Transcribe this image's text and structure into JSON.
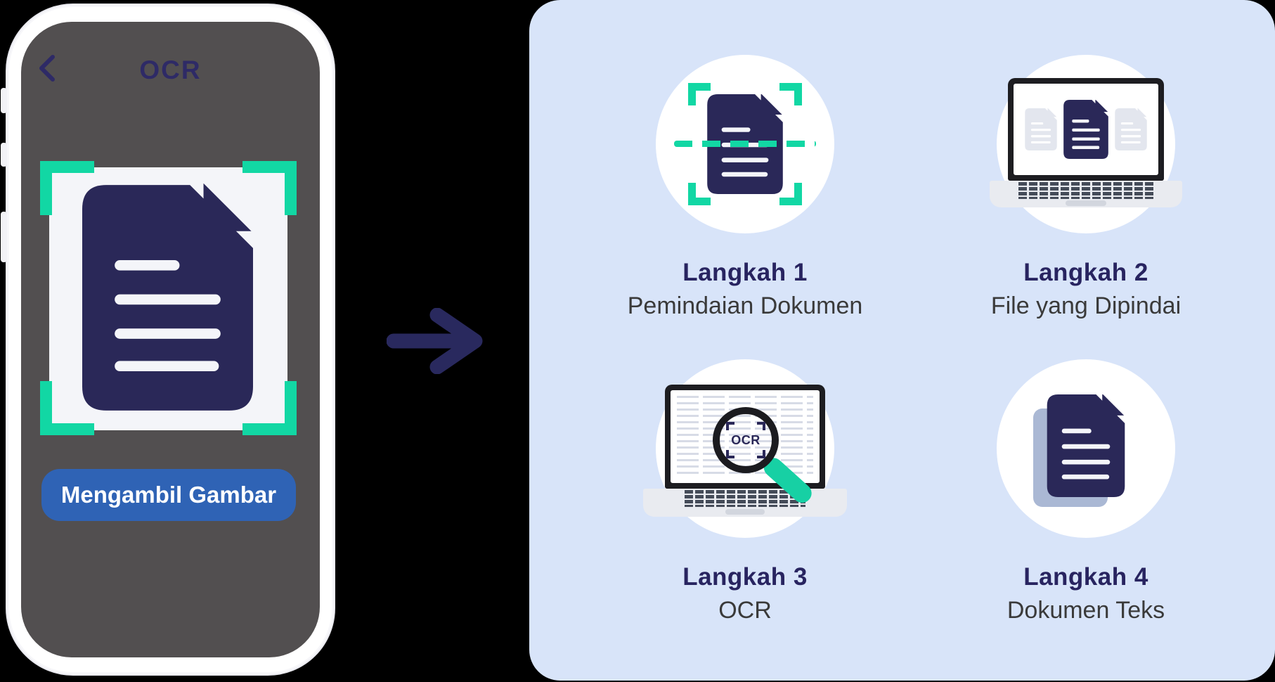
{
  "phone": {
    "title": "OCR",
    "back_icon": "chevron-left",
    "capture_button_label": "Mengambil Gambar",
    "screen_color": "#524f50",
    "button_color": "#2f63b5",
    "scan_bracket_color": "#12d7a4"
  },
  "arrow": {
    "icon": "arrow-right",
    "color": "#29295e"
  },
  "panel": {
    "background_color": "#d8e4f9",
    "accent_navy": "#2a2858",
    "accent_teal": "#12d7a4",
    "steps": [
      {
        "label": "Langkah 1",
        "caption": "Pemindaian Dokumen",
        "icon": "document-scan-icon"
      },
      {
        "label": "Langkah 2",
        "caption": "File yang Dipindai",
        "icon": "laptop-files-icon"
      },
      {
        "label": "Langkah 3",
        "caption": "OCR",
        "icon": "laptop-magnifier-ocr-icon",
        "magnifier_text": "OCR"
      },
      {
        "label": "Langkah 4",
        "caption": "Dokumen Teks",
        "icon": "text-documents-icon"
      }
    ]
  }
}
